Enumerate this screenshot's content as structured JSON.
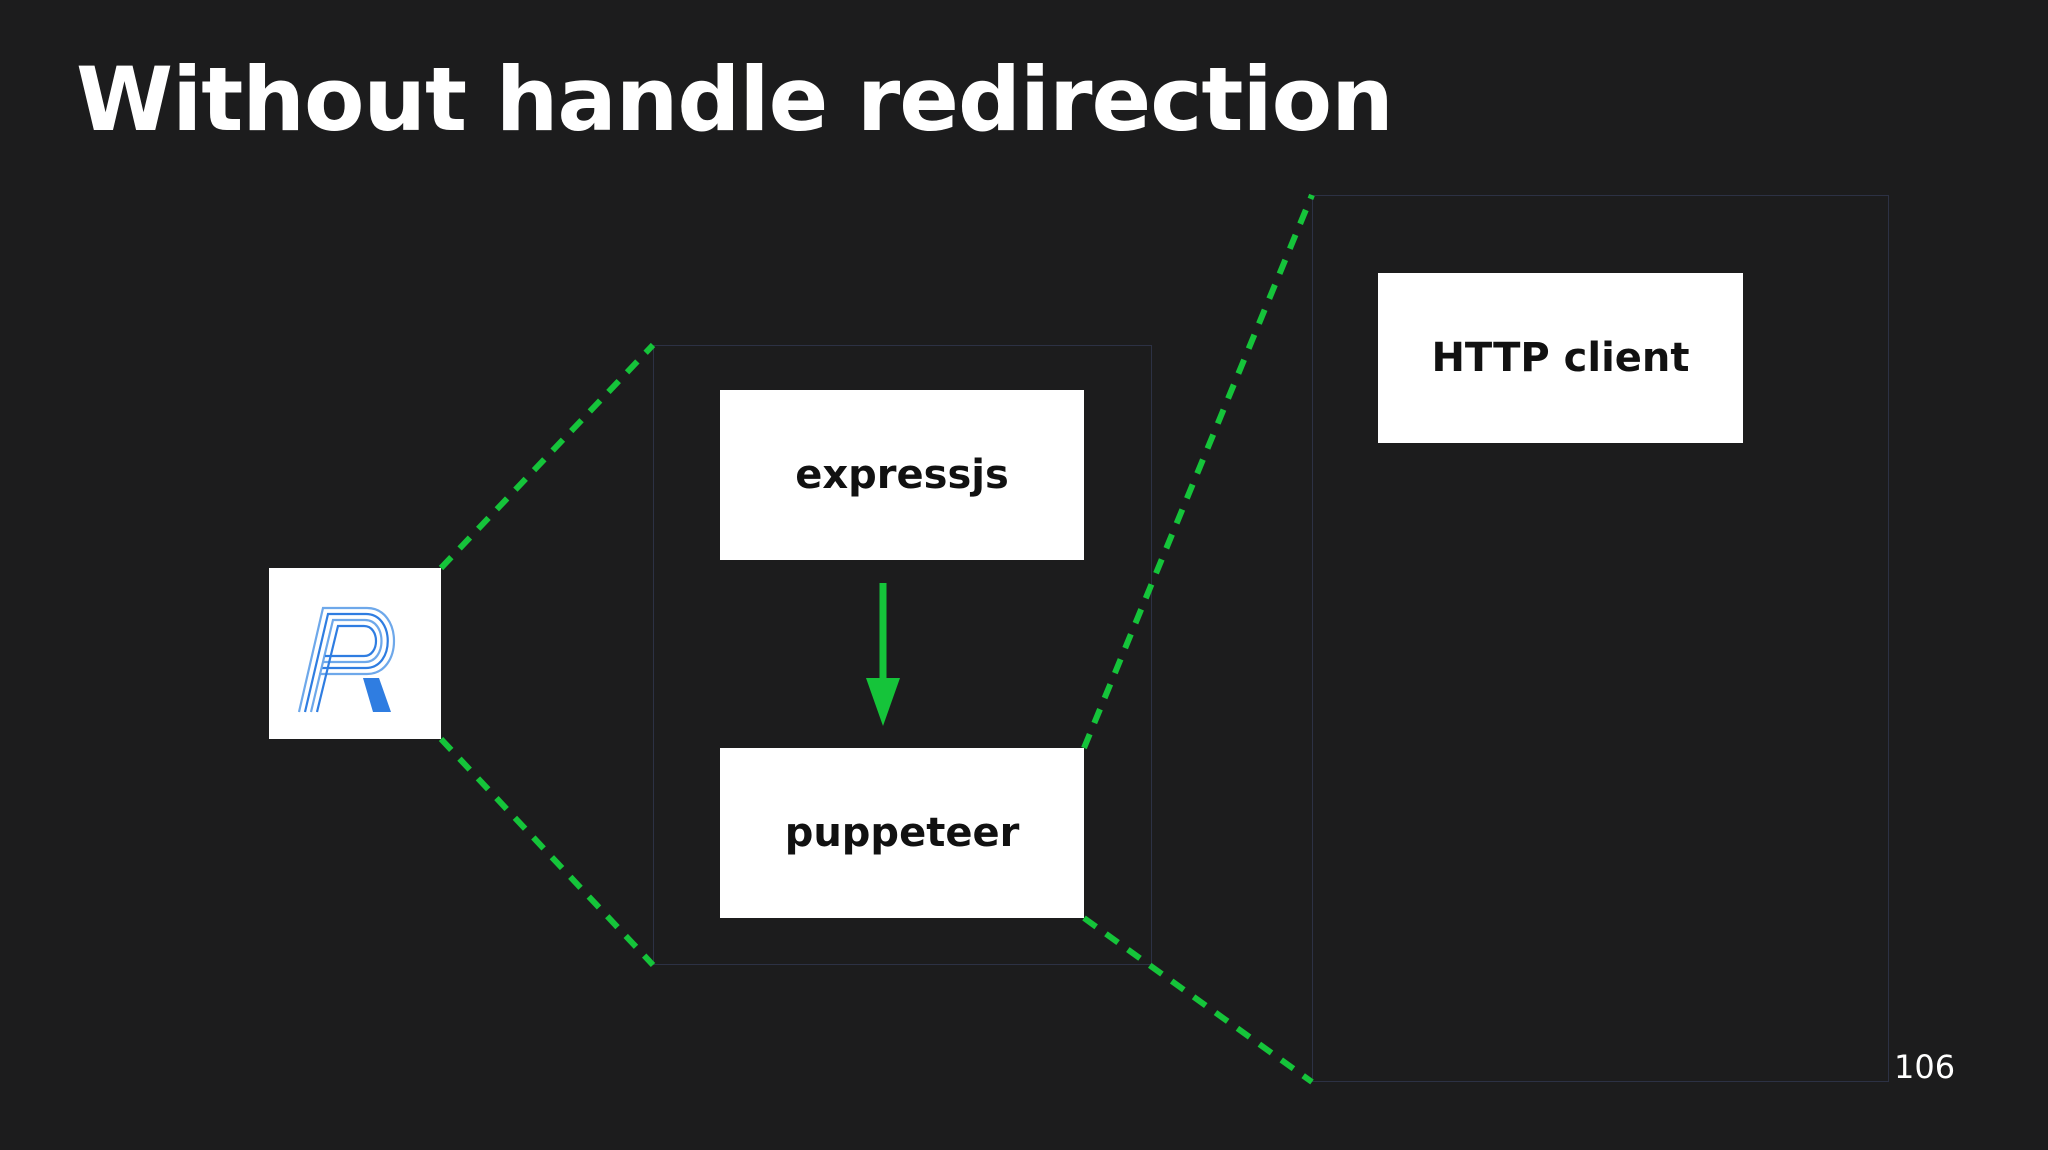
{
  "slide": {
    "title": "Without handle redirection",
    "page_number": "106"
  },
  "logo": {
    "icon": "r-logo-icon",
    "colors": {
      "primary": "#2f7de1",
      "light": "#6ea8ea"
    }
  },
  "diagram": {
    "nodes": {
      "expressjs": "expressjs",
      "puppeteer": "puppeteer",
      "http_client": "HTTP client"
    },
    "edges": [
      {
        "from": "expressjs",
        "to": "puppeteer"
      }
    ],
    "colors": {
      "background": "#1c1c1d",
      "node_fill": "#ffffff",
      "connector": "#15c43a",
      "frame": "#2c3144"
    }
  }
}
